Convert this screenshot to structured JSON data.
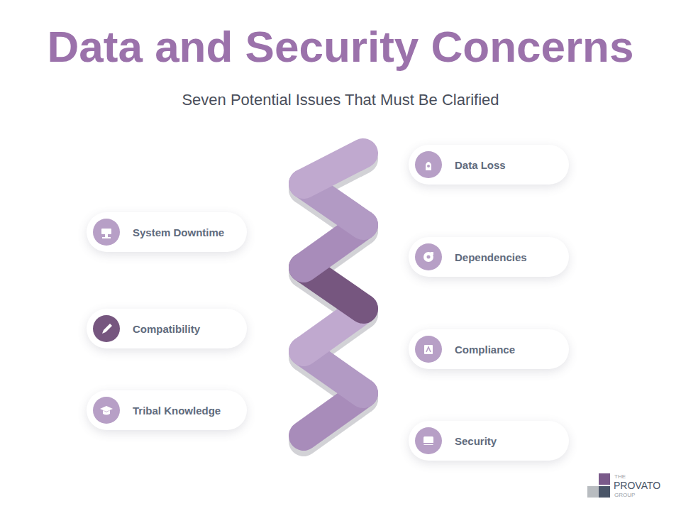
{
  "diagram": {
    "title": "Data and Security Concerns",
    "nodes": [
      {
        "text": [
          "Data Loss"
        ]
      },
      {
        "text": [
          "System Downtime"
        ]
      },
      {
        "text": [
          "Dependencies"
        ]
      },
      {
        "text": [
          "Compatibility"
        ]
      },
      {
        "text": [
          "Compliance"
        ]
      },
      {
        "text": [
          "Tribal Knowledge"
        ]
      },
      {
        "text": [
          "Security"
        ]
      }
    ],
    "labels": [
      "Seven Potential Issues That Must Be Clarified",
      "THE",
      "PROVATO",
      "GROUP"
    ]
  }
}
